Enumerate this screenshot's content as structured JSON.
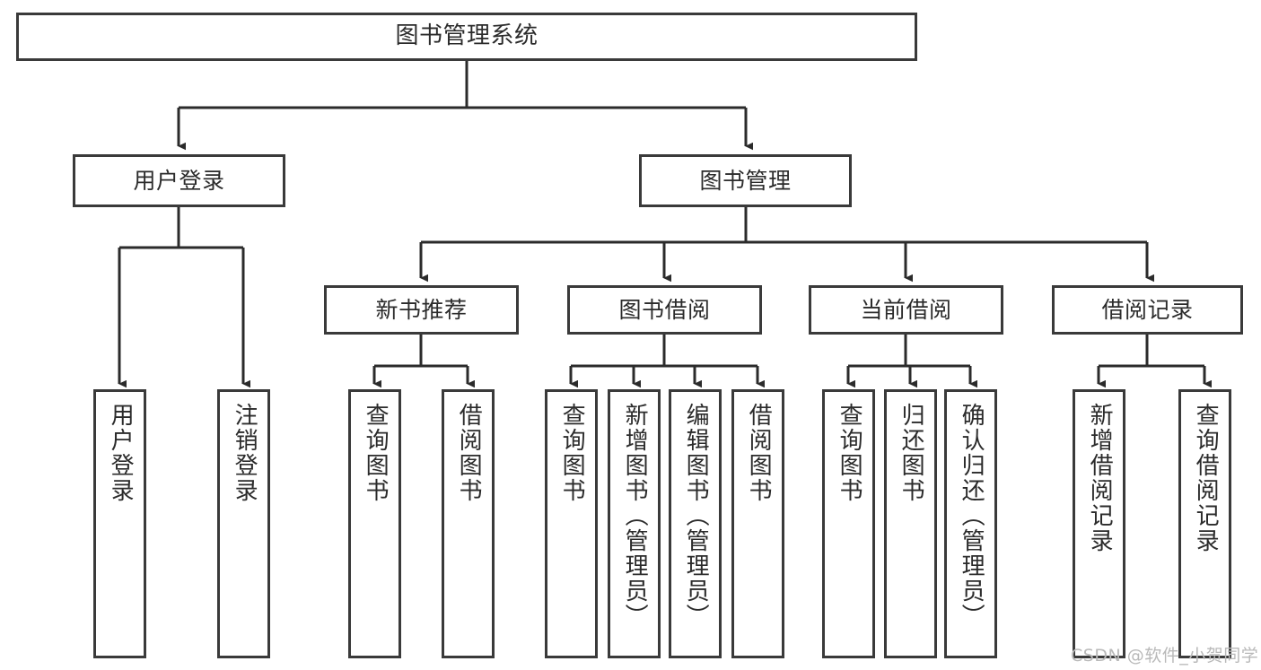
{
  "diagram": {
    "title": "图书管理系统",
    "type": "tree-hierarchy-chart",
    "watermark": "CSDN @软件_小贺同学",
    "theme": {
      "background": "#ffffff",
      "box_border": "#3a3a3a",
      "box_fill": "#ffffff",
      "text": "#2b2b2b",
      "connector": "#2b2b2b",
      "watermark_color": "#b9b9b9"
    },
    "nodes": {
      "root": {
        "label": "图书管理系统"
      },
      "level1": [
        {
          "label": "用户登录"
        },
        {
          "label": "图书管理"
        }
      ],
      "level2": [
        {
          "label": "新书推荐"
        },
        {
          "label": "图书借阅"
        },
        {
          "label": "当前借阅"
        },
        {
          "label": "借阅记录"
        }
      ],
      "leaves": {
        "user_login": [
          {
            "label": "用户登录"
          },
          {
            "label": "注销登录"
          }
        ],
        "new_book_recommend": [
          {
            "label": "查询图书"
          },
          {
            "label": "借阅图书"
          }
        ],
        "book_borrow": [
          {
            "label": "查询图书"
          },
          {
            "label": "新增图书（管理员）"
          },
          {
            "label": "编辑图书（管理员）"
          },
          {
            "label": "借阅图书"
          }
        ],
        "current_borrow": [
          {
            "label": "查询图书"
          },
          {
            "label": "归还图书"
          },
          {
            "label": "确认归还（管理员）"
          }
        ],
        "borrow_record": [
          {
            "label": "新增借阅记录"
          },
          {
            "label": "查询借阅记录"
          }
        ]
      }
    }
  }
}
